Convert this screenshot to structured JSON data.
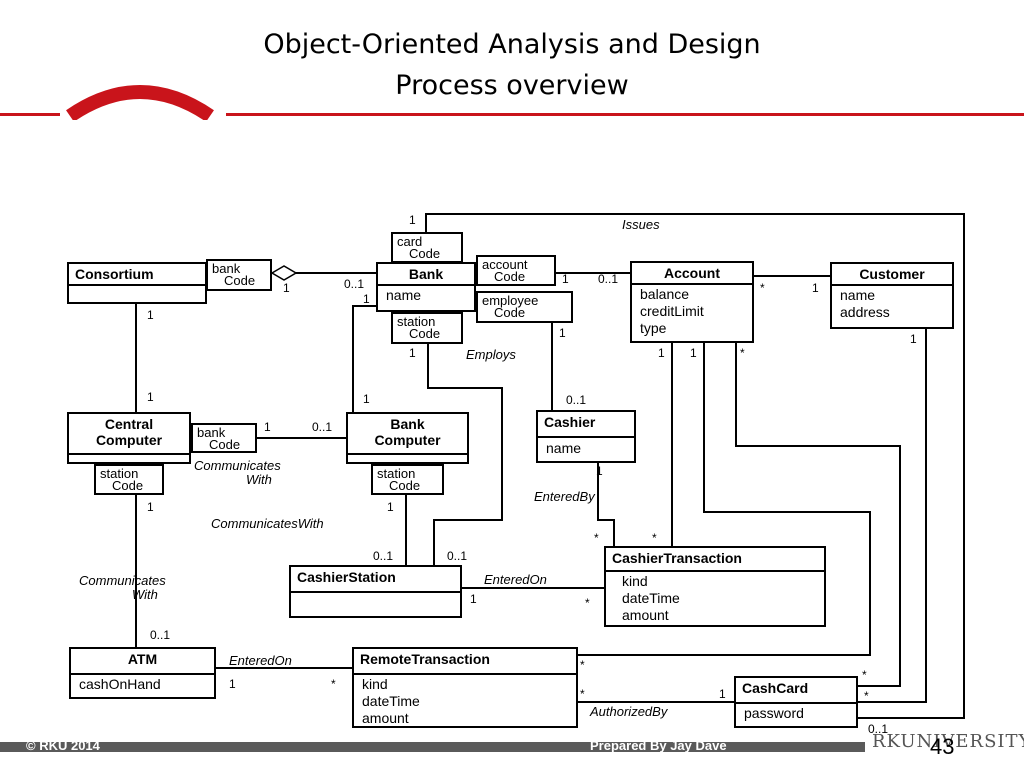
{
  "slide": {
    "title_line1": "Object-Oriented Analysis and Design",
    "title_line2": "Process overview",
    "accent_color": "#c9141b",
    "page_number": "43",
    "footer_left": "© RKU 2014",
    "footer_center": "Prepared By Jay Dave",
    "logo_text": "RKUNIVERSITY"
  },
  "classes": {
    "consortium": {
      "name": "Consortium"
    },
    "bank": {
      "name": "Bank",
      "attrs": [
        "name"
      ]
    },
    "account": {
      "name": "Account",
      "attrs": [
        "balance",
        "creditLimit",
        "type"
      ]
    },
    "customer": {
      "name": "Customer",
      "attrs": [
        "name",
        "address"
      ]
    },
    "central_computer": {
      "name": "Central Computer"
    },
    "bank_computer": {
      "name": "Bank Computer"
    },
    "cashier": {
      "name": "Cashier",
      "attrs": [
        "name"
      ]
    },
    "cashier_station": {
      "name": "CashierStation"
    },
    "cashier_transaction": {
      "name": "CashierTransaction",
      "attrs": [
        "kind",
        "dateTime",
        "amount"
      ]
    },
    "atm": {
      "name": "ATM",
      "attrs": [
        "cashOnHand"
      ]
    },
    "remote_transaction": {
      "name": "RemoteTransaction",
      "attrs": [
        "kind",
        "dateTime",
        "amount"
      ]
    },
    "cash_card": {
      "name": "CashCard",
      "attrs": [
        "password"
      ]
    }
  },
  "qualifiers": {
    "consortium_bank": [
      "bank",
      "Code"
    ],
    "card_code": [
      "card",
      "Code"
    ],
    "account_code": [
      "account",
      "Code"
    ],
    "employee_code": [
      "employee",
      "Code"
    ],
    "bank_station": [
      "station",
      "Code"
    ],
    "central_bank": [
      "bank",
      "Code"
    ],
    "central_station": [
      "station",
      "Code"
    ],
    "bankcomp_station": [
      "station",
      "Code"
    ]
  },
  "associations": {
    "issues": "Issues",
    "employs": "Employs",
    "communicates_with_1": "Communicates",
    "communicates_with_1b": "With",
    "communicates_with_2": "CommunicatesWith",
    "communicates_with_3": "Communicates",
    "communicates_with_3b": "With",
    "entered_by": "EnteredBy",
    "entered_on_1": "EnteredOn",
    "entered_on_2": "EnteredOn",
    "authorized_by": "AuthorizedBy"
  },
  "multiplicities": {
    "one": "1",
    "zero_one": "0..1",
    "many": "*"
  }
}
